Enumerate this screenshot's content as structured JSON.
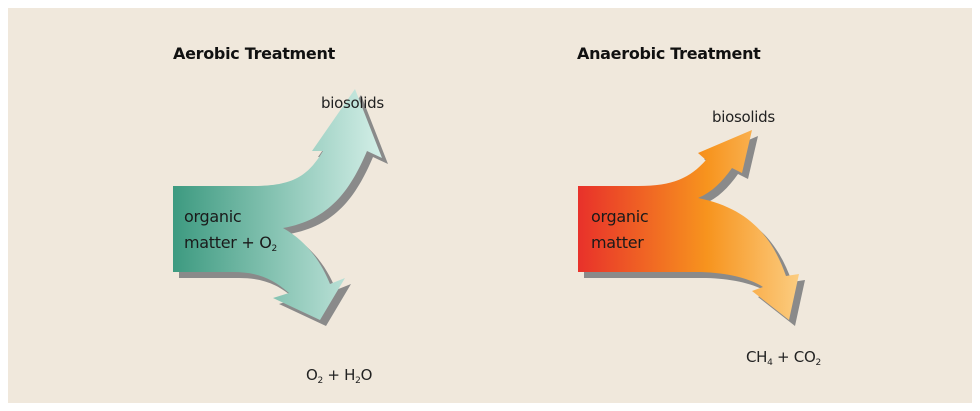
{
  "colors": {
    "background": "#f0e8dc",
    "aerobic_start": "#3d9a80",
    "aerobic_end": "#d4efe8",
    "anaerobic_start": "#e8312a",
    "anaerobic_mid": "#f7941e",
    "anaerobic_end": "#fcd58f",
    "shadow": "#8a8a8a"
  },
  "aerobic": {
    "title": "Aerobic Treatment",
    "input_line1": "organic",
    "input_line2_text": "matter + O",
    "input_line2_sub": "2",
    "output_top": "biosolids",
    "output_bottom": {
      "a": "O",
      "a_sub": "2",
      "plus": " + H",
      "b_sub": "2",
      "b_tail": "O"
    }
  },
  "anaerobic": {
    "title": "Anaerobic Treatment",
    "input_line1": "organic",
    "input_line2": "matter",
    "output_top": "biosolids",
    "output_bottom": {
      "a": "CH",
      "a_sub": "4",
      "plus": " + CO",
      "b_sub": "2"
    }
  }
}
